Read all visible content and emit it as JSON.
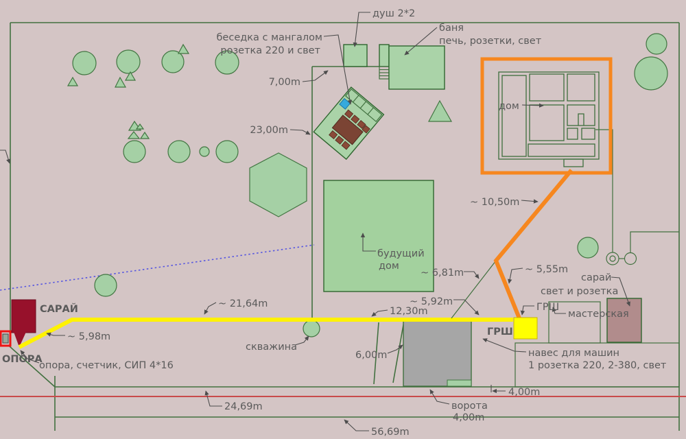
{
  "plan": {
    "labels": {
      "dush": "душ 2*2",
      "banya_line1": "баня",
      "banya_line2": "печь, розетки, свет",
      "besedka_line1": "беседка с мангалом",
      "besedka_line2": "розетка 220 и свет",
      "dom": "дом",
      "future_line1": "будущий",
      "future_line2": "дом",
      "saray_main": "САРАЙ",
      "opora_title": "ОПОРА",
      "opora_note": "опора, счетчик, СИП 4*16",
      "skvazhina": "скважина",
      "vorota": "ворота",
      "grsh_box": "ГРШ",
      "grsh_callout": "ГРШ",
      "saray2_line1": "сарай",
      "saray2_line2": "свет и розетка",
      "masterskaya": "мастерская",
      "naves_line1": "навес для машин",
      "naves_line2": "1 розетка 220, 2-380, свет"
    },
    "dimensions": {
      "d7": "7,00m",
      "d23": "23,00m",
      "d10_50": "~ 10,50m",
      "d6_81": "~ 6,81m",
      "d5_92": "~ 5,92m",
      "d5_55": "~ 5,55m",
      "d12_30": "12,30m",
      "d21_64": "~ 21,64m",
      "d5_98": "~ 5,98m",
      "d6_00": "6,00m",
      "d4_00_naves": "4,00m",
      "d4_00_vorota": "4,00m",
      "d24_69": "24,69m",
      "d56_69": "56,69m"
    },
    "colors": {
      "background": "#d4c5c5",
      "building_fill": "#aad3a8",
      "building_border": "#2f652f",
      "fence_green": "#41703f",
      "cable_yellow": "#fff200",
      "cable_orange": "#f6871f",
      "highlight_orange": "#f6871f",
      "road_red": "#c94b4b",
      "plot_dotted_blue": "#5656e0",
      "saray_dark_red": "#97112b",
      "opora_red": "#ee1414",
      "grsh_yellow_text": "#ffe100",
      "gate_gray": "#a6a6a6",
      "shed_mauve": "#b18c8c",
      "pool_blue": "#35aadd",
      "table_brown": "#7b4434"
    }
  }
}
